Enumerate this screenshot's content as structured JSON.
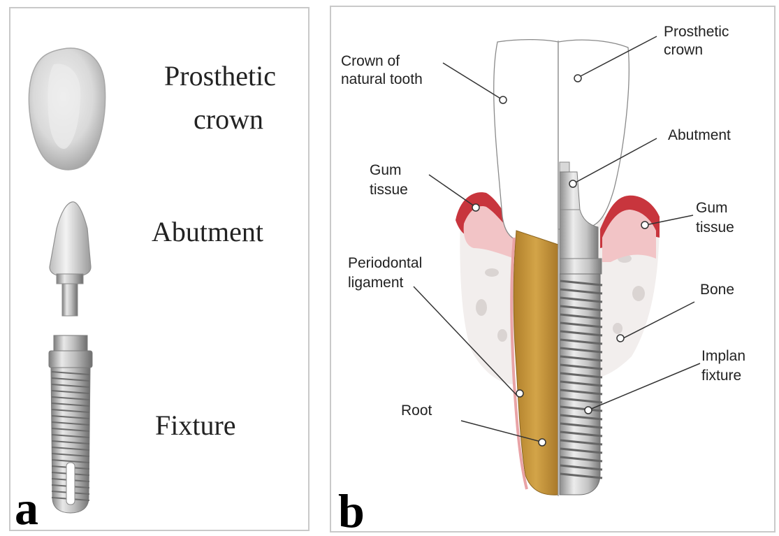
{
  "panel_a": {
    "letter": "a",
    "labels": {
      "prosthetic_crown_line1": "Prosthetic",
      "prosthetic_crown_line2": "crown",
      "abutment": "Abutment",
      "fixture": "Fixture"
    }
  },
  "panel_b": {
    "letter": "b",
    "labels": {
      "crown_natural_line1": "Crown of",
      "crown_natural_line2": "natural tooth",
      "prosthetic_crown_line1": "Prosthetic",
      "prosthetic_crown_line2": "crown",
      "abutment": "Abutment",
      "gum_left_line1": "Gum",
      "gum_left_line2": "tissue",
      "gum_right_line1": "Gum",
      "gum_right_line2": "tissue",
      "periodontal_line1": "Periodontal",
      "periodontal_line2": "ligament",
      "bone": "Bone",
      "implant_line1": "Implan",
      "implant_line2": "fixture",
      "root": "Root"
    }
  },
  "colors": {
    "gum": "#c8353d",
    "gum_light": "#f2c4c6",
    "root": "#c6963a",
    "metal": "#b9b9b9",
    "text": "#222222"
  }
}
